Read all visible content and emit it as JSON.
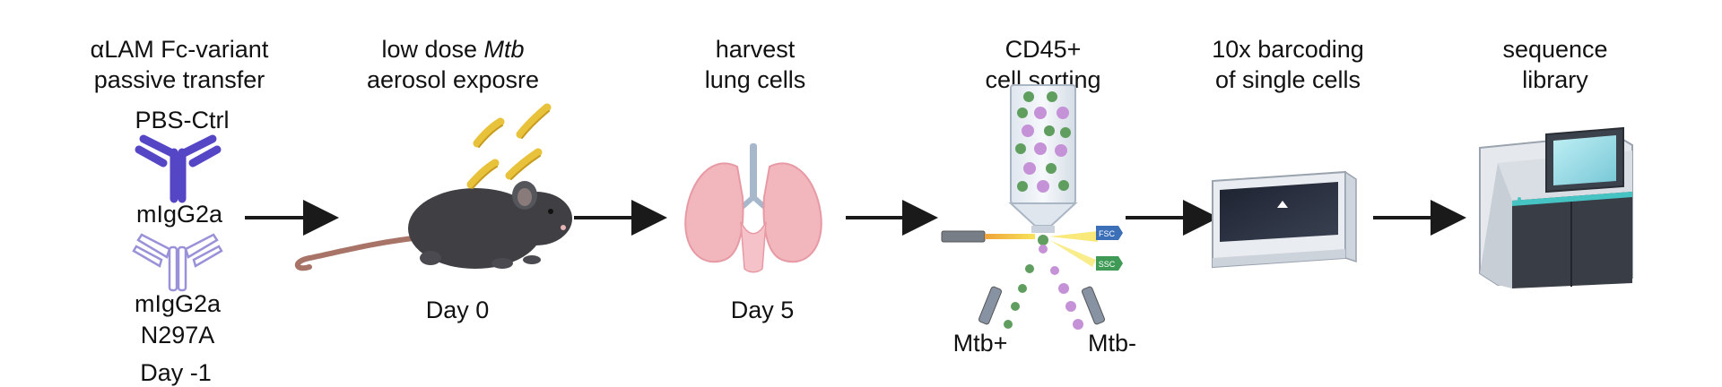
{
  "steps": [
    {
      "line1": "αLAM Fc-variant",
      "line2": "passive transfer",
      "day": "Day -1"
    },
    {
      "line1_pre": "low dose ",
      "line1_em": "Mtb",
      "line2": "aerosol exposre",
      "day": "Day 0"
    },
    {
      "line1": "harvest",
      "line2": "lung cells",
      "day": "Day 5"
    },
    {
      "line1": "CD45+",
      "line2": "cell sorting"
    },
    {
      "line1": "10x barcoding",
      "line2": "of single cells"
    },
    {
      "line1": "sequence",
      "line2": "library"
    }
  ],
  "antibodies": {
    "top": "PBS-Ctrl",
    "middle": "mIgG2a",
    "bottom_line1": "mIgG2a",
    "bottom_line2": "N297A"
  },
  "sorter": {
    "fsc": "FSC",
    "ssc": "SSC",
    "positive": "Mtb+",
    "negative": "Mtb-"
  },
  "colors": {
    "antibody_filled": "#5546c6",
    "antibody_outline": "#9a92d8",
    "mouse": "#3f3f44",
    "tail": "#a87468",
    "bacteria": "#e8c23a",
    "lung": "#f2b6bd",
    "trachea": "#a8b8cc",
    "cell_green": "#5f9e5f",
    "cell_purple": "#c592d8",
    "arrow": "#1a1a1a"
  }
}
